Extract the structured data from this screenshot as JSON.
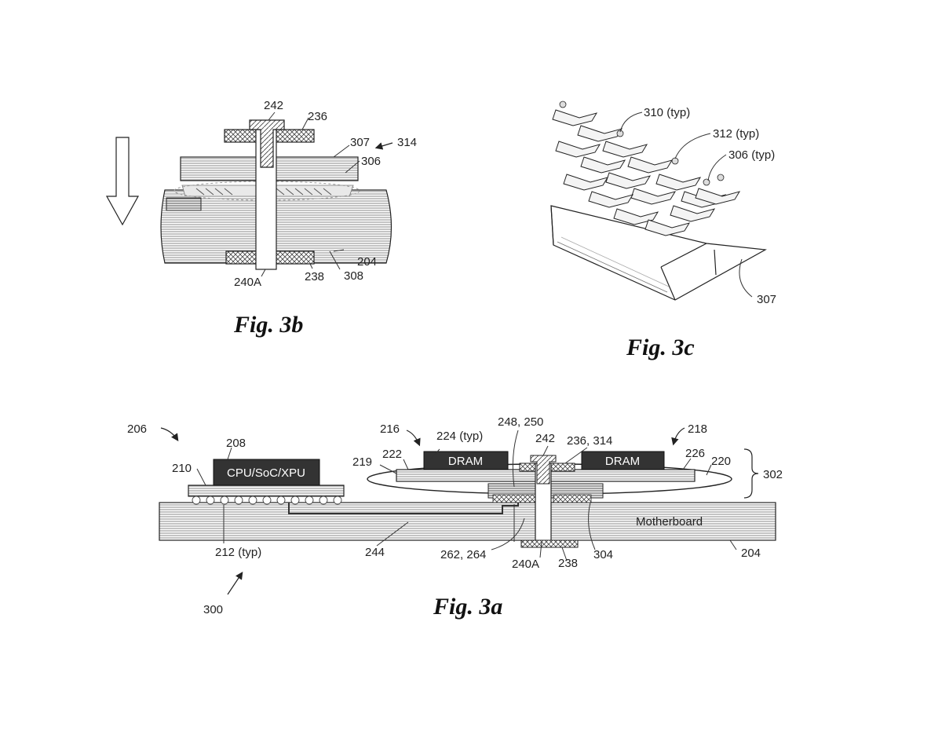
{
  "figures": {
    "fig3b": {
      "caption": "Fig. 3b",
      "labels": {
        "l242": "242",
        "l236": "236",
        "l307": "307",
        "l314": "314",
        "l306": "306",
        "l204": "204",
        "l240A": "240A",
        "l238": "238",
        "l308": "308"
      }
    },
    "fig3c": {
      "caption": "Fig. 3c",
      "labels": {
        "l310": "310 (typ)",
        "l312": "312 (typ)",
        "l306": "306 (typ)",
        "l307": "307"
      }
    },
    "fig3a": {
      "caption": "Fig. 3a",
      "labels": {
        "l206": "206",
        "l208": "208",
        "l210": "210",
        "l212": "212 (typ)",
        "l300": "300",
        "l216": "216",
        "l224": "224 (typ)",
        "l219": "219",
        "l222": "222",
        "l248": "248, 250",
        "l242": "242",
        "l236": "236, 314",
        "l218": "218",
        "l226": "226",
        "l220": "220",
        "l302": "302",
        "l244": "244",
        "l262": "262, 264",
        "l240A": "240A",
        "l238": "238",
        "l304": "304",
        "l204": "204"
      },
      "chips": {
        "cpu": "CPU/SoC/XPU",
        "dram_left": "DRAM",
        "dram_right": "DRAM"
      },
      "board_label": "Motherboard"
    }
  }
}
